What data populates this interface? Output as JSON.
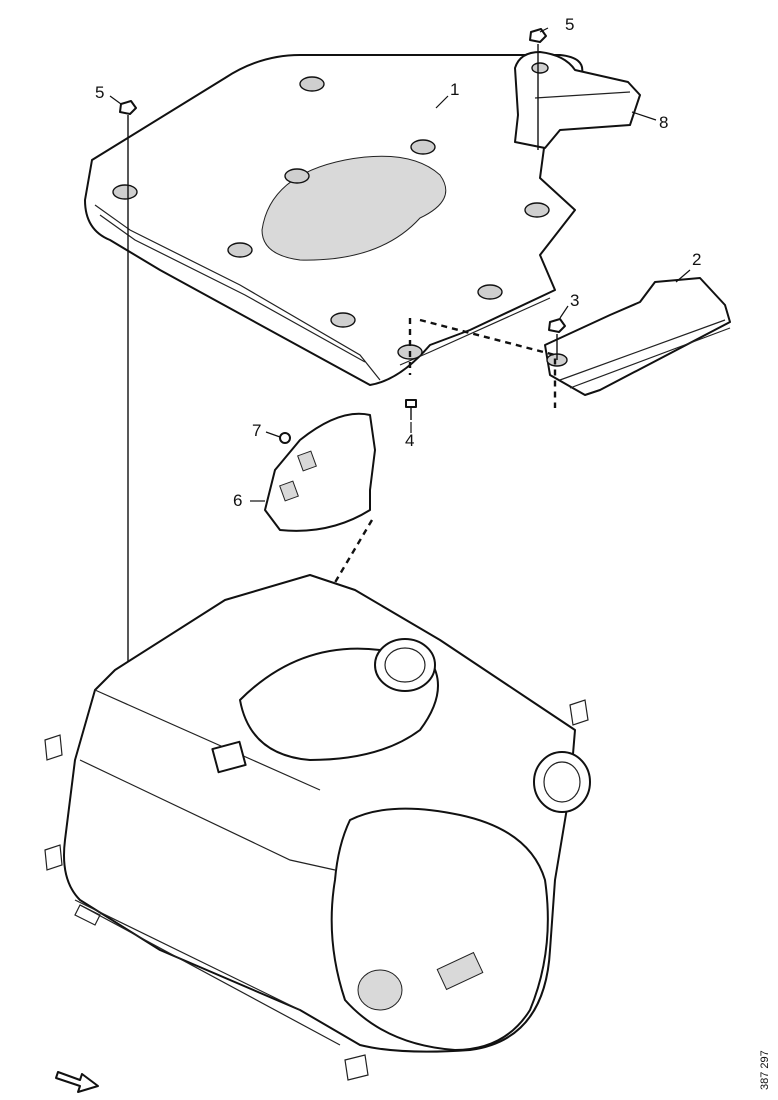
{
  "callouts": [
    "1",
    "2",
    "3",
    "4",
    "5",
    "5",
    "6",
    "7",
    "8"
  ],
  "reference_number": "387 297",
  "icons": [
    "direction-arrow-icon"
  ]
}
